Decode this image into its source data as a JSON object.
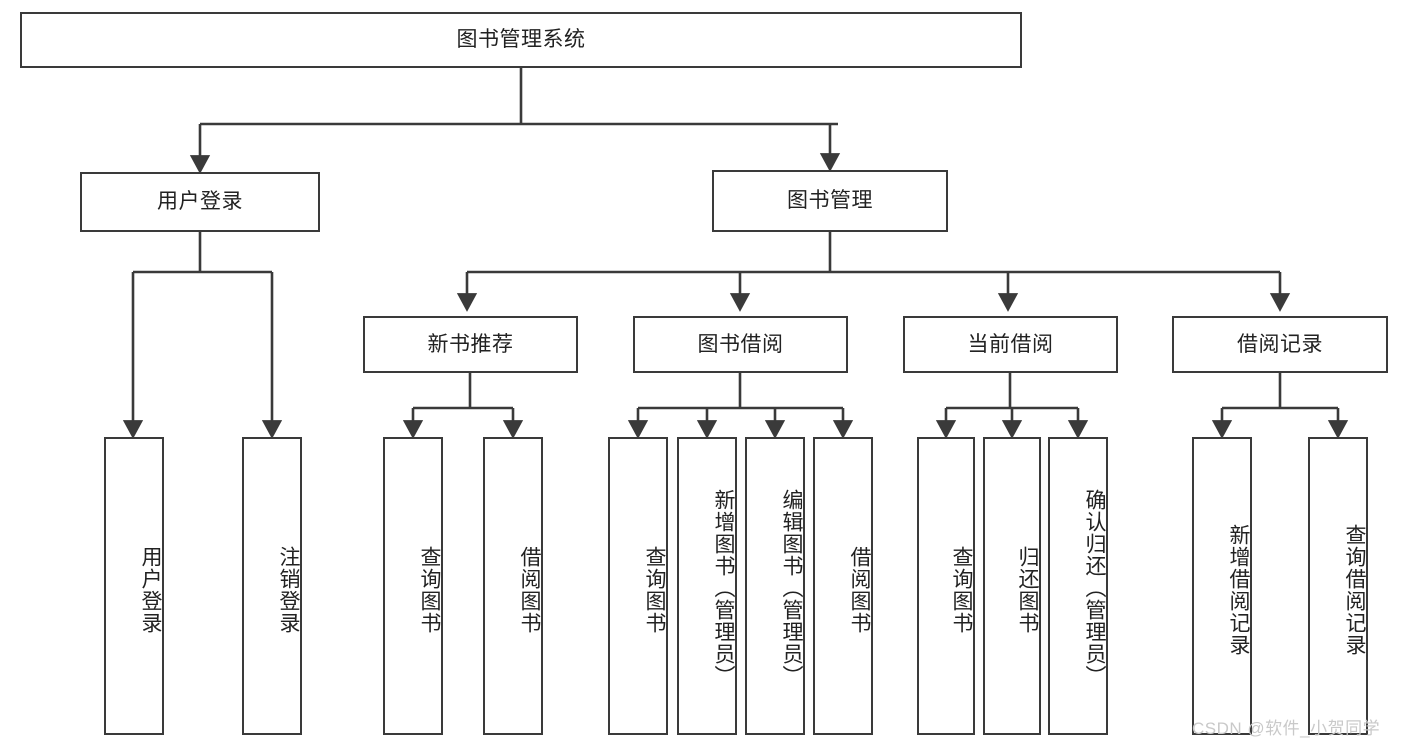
{
  "diagram": {
    "type": "tree-hierarchy-chart",
    "title": "图书管理系统",
    "line_color": "#3a3a3a",
    "box_fill": "#ffffff",
    "text_color": "#222222"
  },
  "root": {
    "label": "图书管理系统"
  },
  "level1": [
    {
      "label": "用户登录"
    },
    {
      "label": "图书管理"
    }
  ],
  "level2": [
    {
      "label": "新书推荐"
    },
    {
      "label": "图书借阅"
    },
    {
      "label": "当前借阅"
    },
    {
      "label": "借阅记录"
    }
  ],
  "leaves": {
    "user_login": [
      {
        "label": "用户登录"
      },
      {
        "label": "注销登录"
      }
    ],
    "new_book_recommend": [
      {
        "label": "查询图书"
      },
      {
        "label": "借阅图书"
      }
    ],
    "book_borrow": [
      {
        "label": "查询图书"
      },
      {
        "label": "新增图书（管理员）"
      },
      {
        "label": "编辑图书（管理员）"
      },
      {
        "label": "借阅图书"
      }
    ],
    "current_borrow": [
      {
        "label": "查询图书"
      },
      {
        "label": "归还图书"
      },
      {
        "label": "确认归还（管理员）"
      }
    ],
    "borrow_record": [
      {
        "label": "新增借阅记录"
      },
      {
        "label": "查询借阅记录"
      }
    ]
  },
  "watermark": {
    "text": "CSDN @软件_小贺同学",
    "color": "#c9c9c9"
  }
}
